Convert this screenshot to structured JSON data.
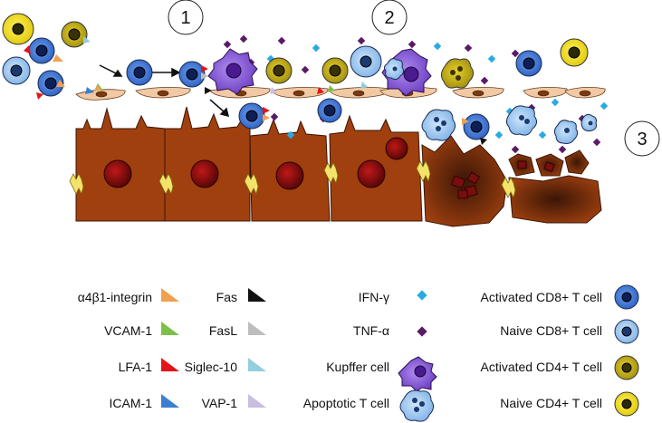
{
  "steps": [
    "1",
    "2",
    "3"
  ],
  "legend": {
    "column1": [
      {
        "label": "α4β1-integrin",
        "icon": "orange-triangle-icon",
        "color": "#f0a050"
      },
      {
        "label": "VCAM-1",
        "icon": "green-triangle-icon",
        "color": "#7cc04a"
      },
      {
        "label": "LFA-1",
        "icon": "red-triangle-icon",
        "color": "#e3141c"
      },
      {
        "label": "ICAM-1",
        "icon": "blue-triangle-icon",
        "color": "#3b7fd0"
      }
    ],
    "column2": [
      {
        "label": "Fas",
        "icon": "black-triangle-icon",
        "color": "#111111"
      },
      {
        "label": "FasL",
        "icon": "gray-triangle-icon",
        "color": "#bdbdbd"
      },
      {
        "label": "Siglec-10",
        "icon": "light-blue-triangle-icon",
        "color": "#93cde0"
      },
      {
        "label": "VAP-1",
        "icon": "lavender-triangle-icon",
        "color": "#c9bde0"
      }
    ],
    "column3": [
      {
        "label": "IFN-γ",
        "icon": "cyan-diamond-icon",
        "color": "#29abe2"
      },
      {
        "label": "TNF-α",
        "icon": "purple-diamond-icon",
        "color": "#5b1a66"
      },
      {
        "label": "Kupffer cell",
        "icon": "kupffer-cell-icon",
        "color": "#7b4bd0"
      },
      {
        "label": "Apoptotic T cell",
        "icon": "apoptotic-t-cell-icon",
        "color": "#8fb8e0"
      }
    ],
    "column4": [
      {
        "label": "Activated CD8+ T cell",
        "icon": "activated-cd8-cell-icon",
        "color": "#3b6fd0"
      },
      {
        "label": "Naive CD8+ T cell",
        "icon": "naive-cd8-cell-icon",
        "color": "#8fc0ea"
      },
      {
        "label": "Activated CD4+ T cell",
        "icon": "activated-cd4-cell-icon",
        "color": "#b7a21a"
      },
      {
        "label": "Naive CD4+ T cell",
        "icon": "naive-cd4-cell-icon",
        "color": "#f2df1a"
      }
    ]
  },
  "colors": {
    "hepatocyte": "#a0400f",
    "hepatocyte_dark": "#5a2008",
    "nucleus": "#7a0d0d",
    "endothelium": "#f1c9a5",
    "junction": "#f3e36a"
  }
}
